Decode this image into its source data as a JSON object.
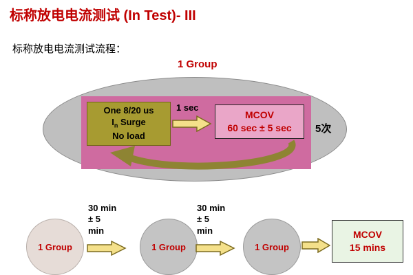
{
  "title": "标称放电电流测试 (In Test)- III",
  "subtitle": "标称放电电流测试流程：",
  "flow": {
    "group_label": "1 Group",
    "surge_box": {
      "line1": "One 8/20 us",
      "current_symbol": "I",
      "current_sub": "n",
      "surge_word": " Surge",
      "line3": "No load"
    },
    "arrow_label": "1 sec",
    "mcov_box": {
      "line1": "MCOV",
      "line2": "60 sec ± 5 sec"
    },
    "cycles_label": "5次"
  },
  "bottom": {
    "circles": [
      "1 Group",
      "1 Group",
      "1 Group"
    ],
    "interval1": {
      "line1": "30 min",
      "line2": "± 5",
      "line3": "min"
    },
    "interval2": {
      "line1": "30 min",
      "line2": "± 5",
      "line3": "min"
    },
    "final_box": {
      "line1": "MCOV",
      "line2": "15 mins"
    }
  },
  "colors": {
    "title_red": "#c00000",
    "panel_pink": "#cf6ba0",
    "mcov_pink": "#eaa6c8",
    "surge_olive": "#a79b31",
    "ellipse_gray": "#bfbfbf",
    "arrow_yellow": "#f4e08a",
    "loop_arrow_olive": "#8e8433",
    "final_green": "#e9f4e4"
  }
}
